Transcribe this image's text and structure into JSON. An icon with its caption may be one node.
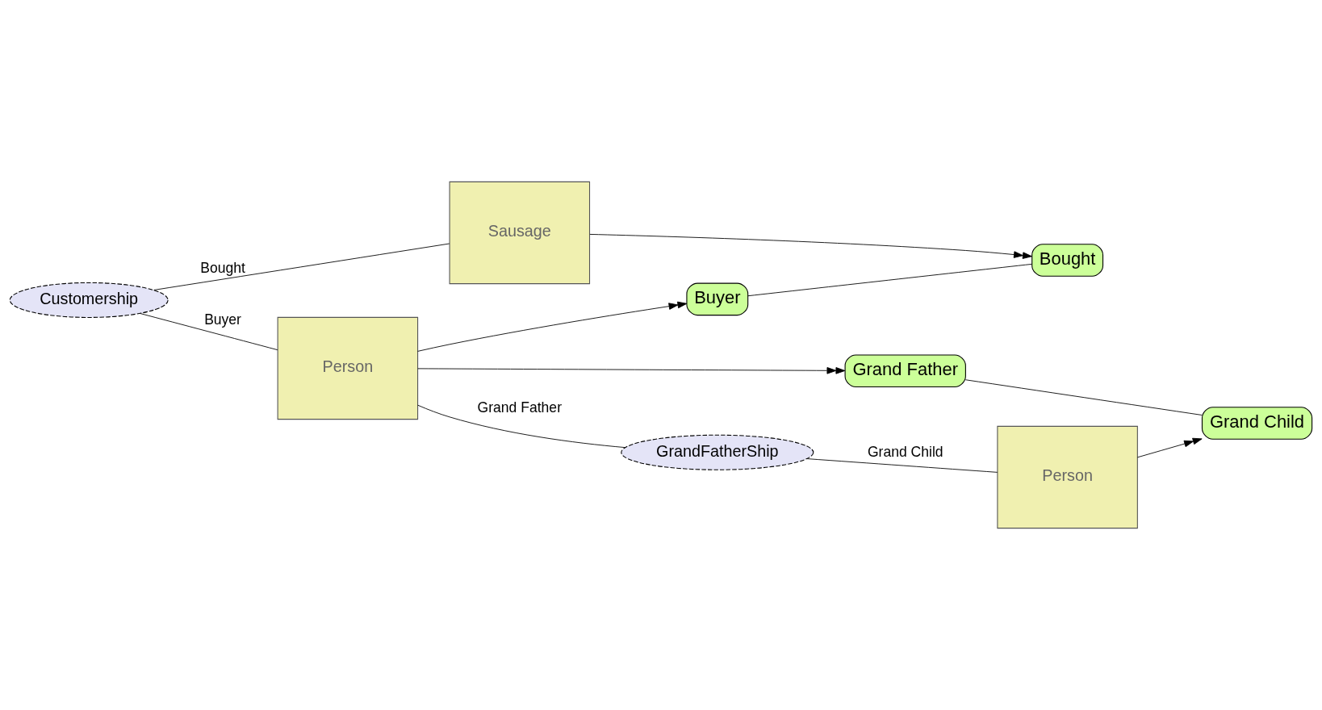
{
  "diagram": {
    "nodes": [
      {
        "text": [
          "Customership"
        ]
      },
      {
        "text": [
          "Sausage"
        ]
      },
      {
        "text": [
          "Bought"
        ]
      },
      {
        "text": [
          "Buyer"
        ]
      },
      {
        "text": [
          "Person"
        ]
      },
      {
        "text": [
          "Grand Father"
        ]
      },
      {
        "text": [
          "Grand Child"
        ]
      },
      {
        "text": [
          "Person"
        ]
      },
      {
        "text": [
          "GrandFatherShip"
        ]
      }
    ],
    "edges": [
      {
        "from": 0,
        "to": 1,
        "arrow": "none",
        "label": "Bought"
      },
      {
        "from": 0,
        "to": 4,
        "arrow": "none",
        "label": "Buyer"
      },
      {
        "from": 1,
        "to": 2,
        "arrow": "to"
      },
      {
        "from": 4,
        "to": 3,
        "arrow": "to"
      },
      {
        "from": 3,
        "to": 2,
        "arrow": "none"
      },
      {
        "from": 4,
        "to": 5,
        "arrow": "to"
      },
      {
        "from": 5,
        "to": 6,
        "arrow": "none"
      },
      {
        "from": 7,
        "to": 6,
        "arrow": "to"
      },
      {
        "from": 4,
        "to": 8,
        "arrow": "none",
        "label": "Grand Father"
      },
      {
        "from": 8,
        "to": 7,
        "arrow": "none",
        "label": "Grand Child"
      }
    ]
  }
}
